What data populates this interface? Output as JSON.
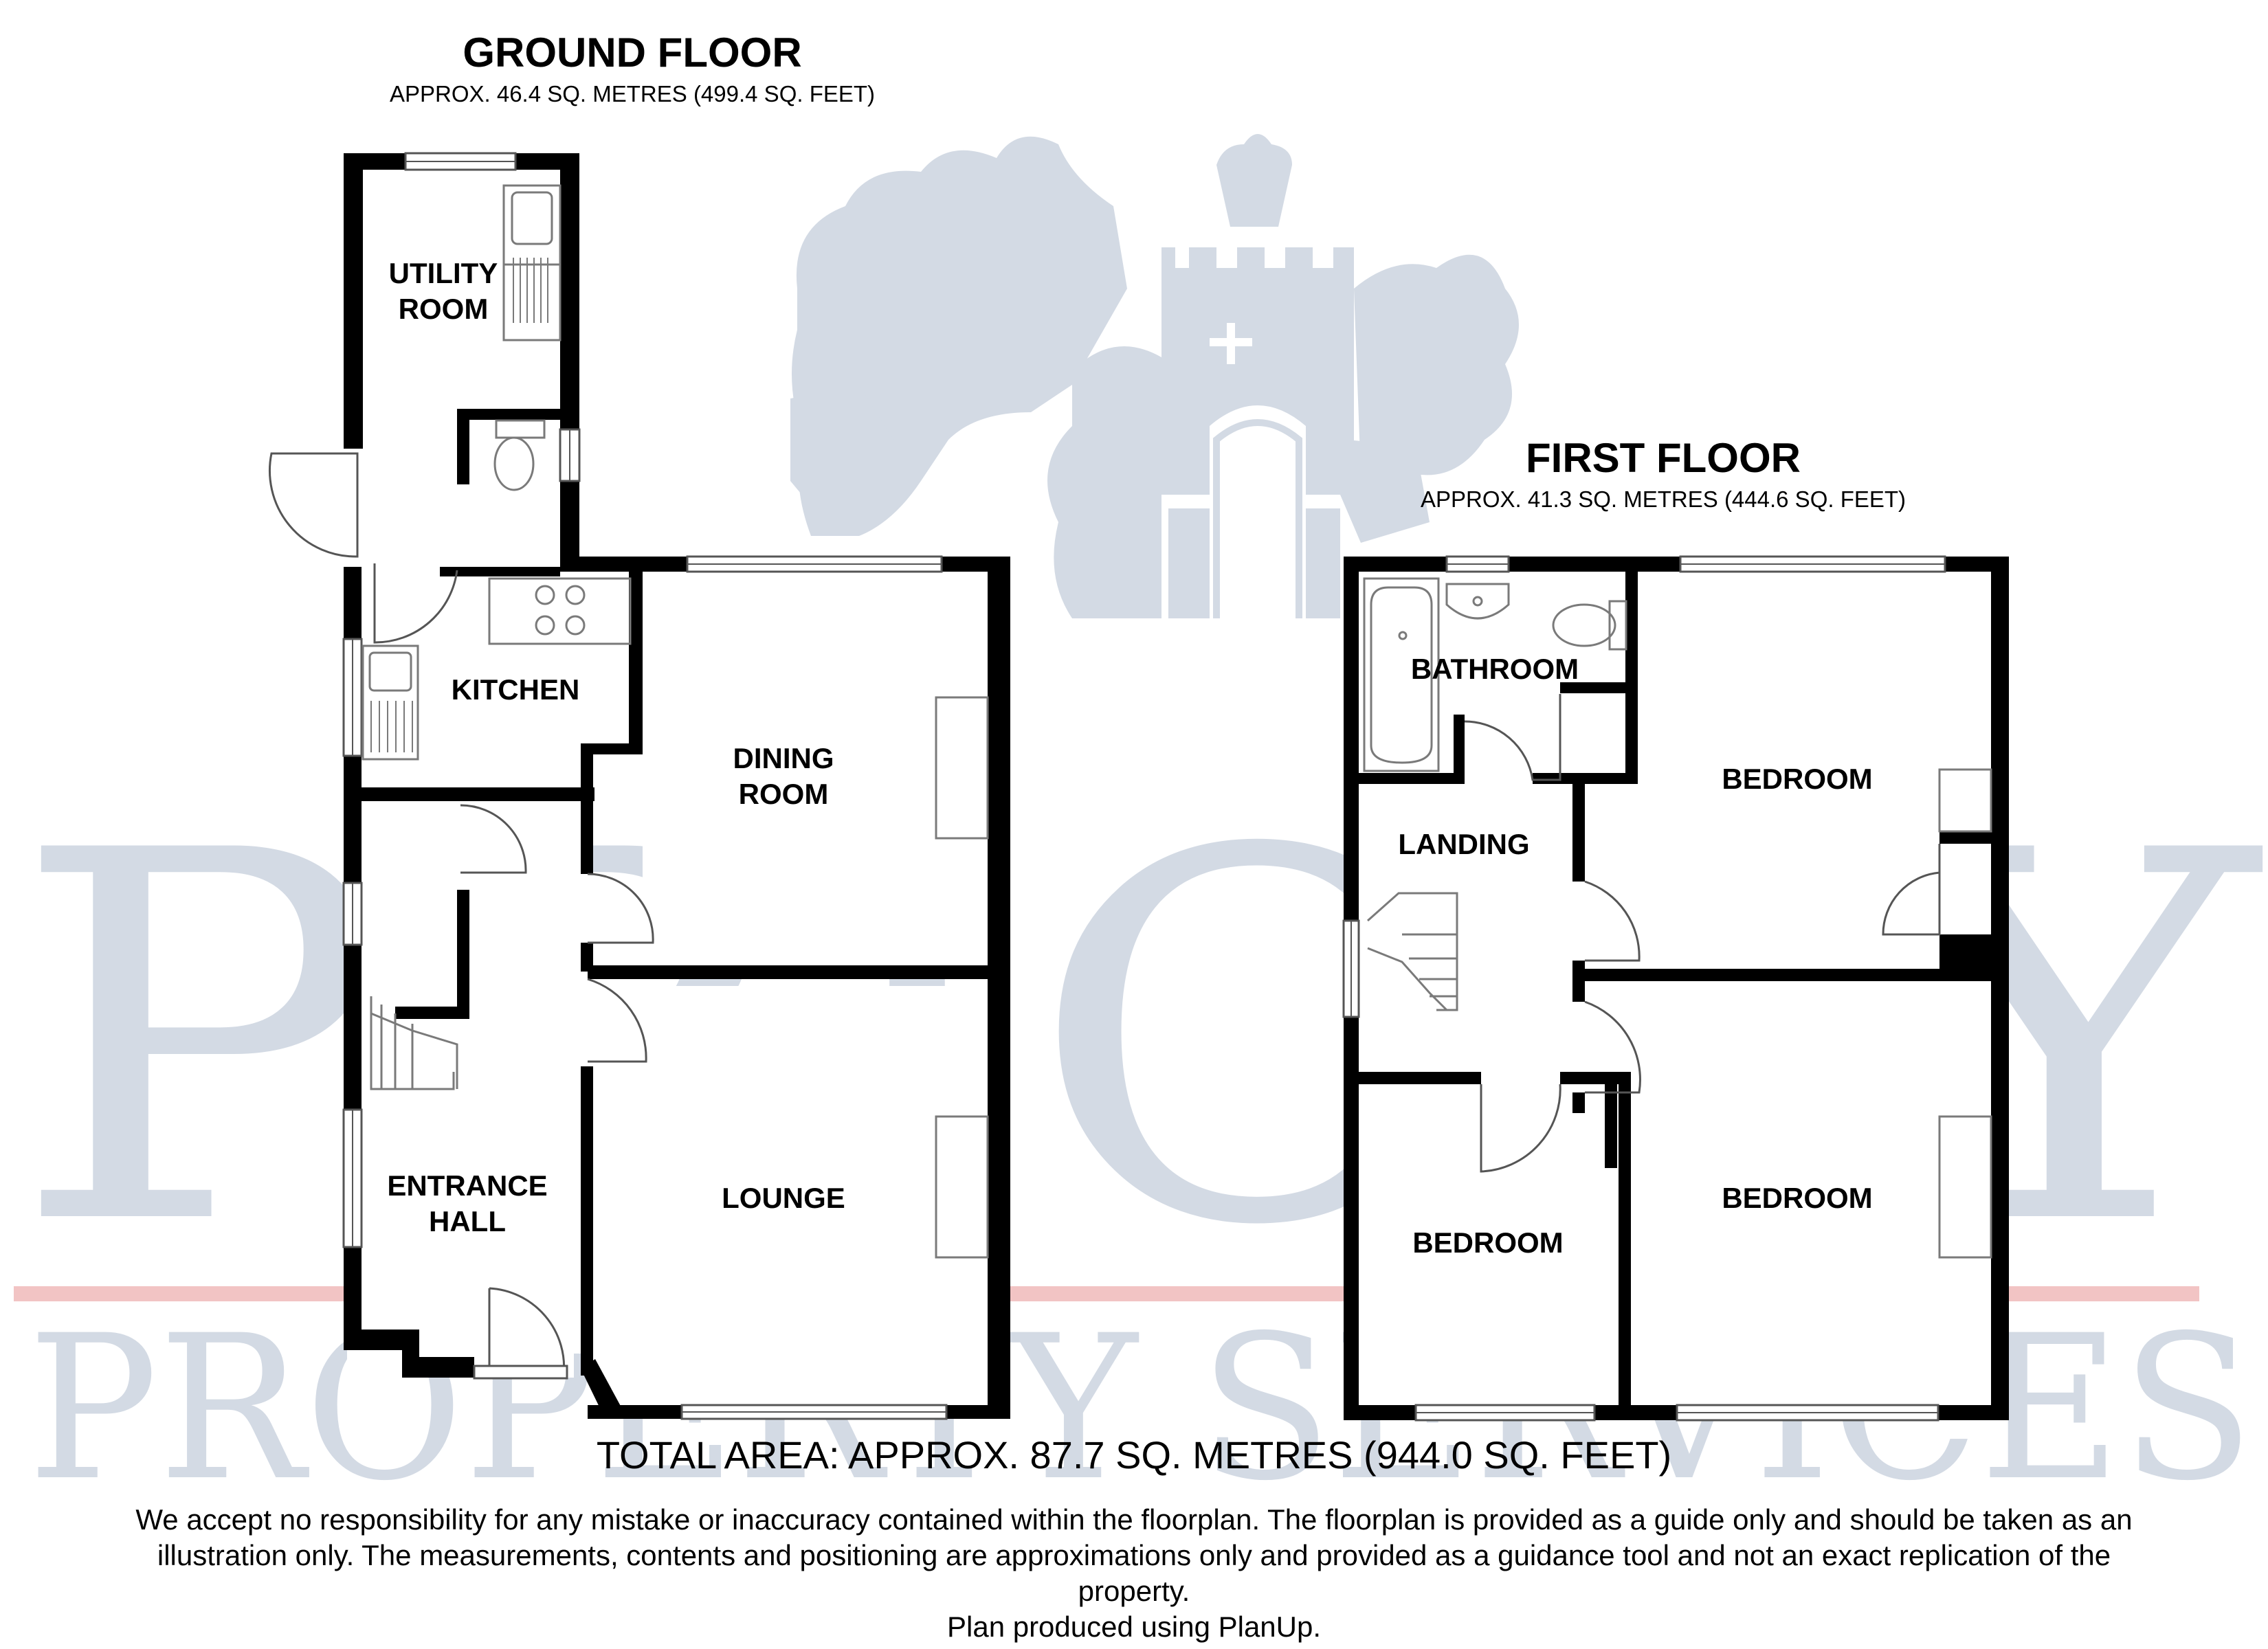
{
  "ground_floor": {
    "title": "GROUND FLOOR",
    "area": "APPROX. 46.4 SQ. METRES (499.4 SQ. FEET)",
    "rooms": {
      "utility": [
        "UTILITY",
        "ROOM"
      ],
      "kitchen": "KITCHEN",
      "dining": [
        "DINING",
        "ROOM"
      ],
      "entrance": [
        "ENTRANCE",
        "HALL"
      ],
      "lounge": "LOUNGE"
    }
  },
  "first_floor": {
    "title": "FIRST FLOOR",
    "area": "APPROX. 41.3 SQ. METRES (444.6 SQ. FEET)",
    "rooms": {
      "bathroom": "BATHROOM",
      "landing": "LANDING",
      "bedroom_rear": "BEDROOM",
      "bedroom_small": "BEDROOM",
      "bedroom_front": "BEDROOM"
    }
  },
  "total_area": "TOTAL AREA: APPROX. 87.7 SQ. METRES (944.0 SQ. FEET)",
  "disclaimer": {
    "line1": "We accept no responsibility for any mistake or inaccuracy contained within the floorplan. The floorplan is provided as a guide only and should be taken as an",
    "line2": "illustration only. The measurements, contents and positioning are approximations only and provided as a guidance tool and not an exact replication of the",
    "line3": "property.",
    "line4": "Plan produced using PlanUp."
  },
  "watermark": {
    "brand": "PRIORY",
    "tagline": "PROPERTY SERVICES"
  },
  "colors": {
    "wall": "#000000",
    "watermark": "#d3dae4",
    "watermark_rule": "#f2c4c4",
    "fixture_line": "#7a7a7a"
  }
}
